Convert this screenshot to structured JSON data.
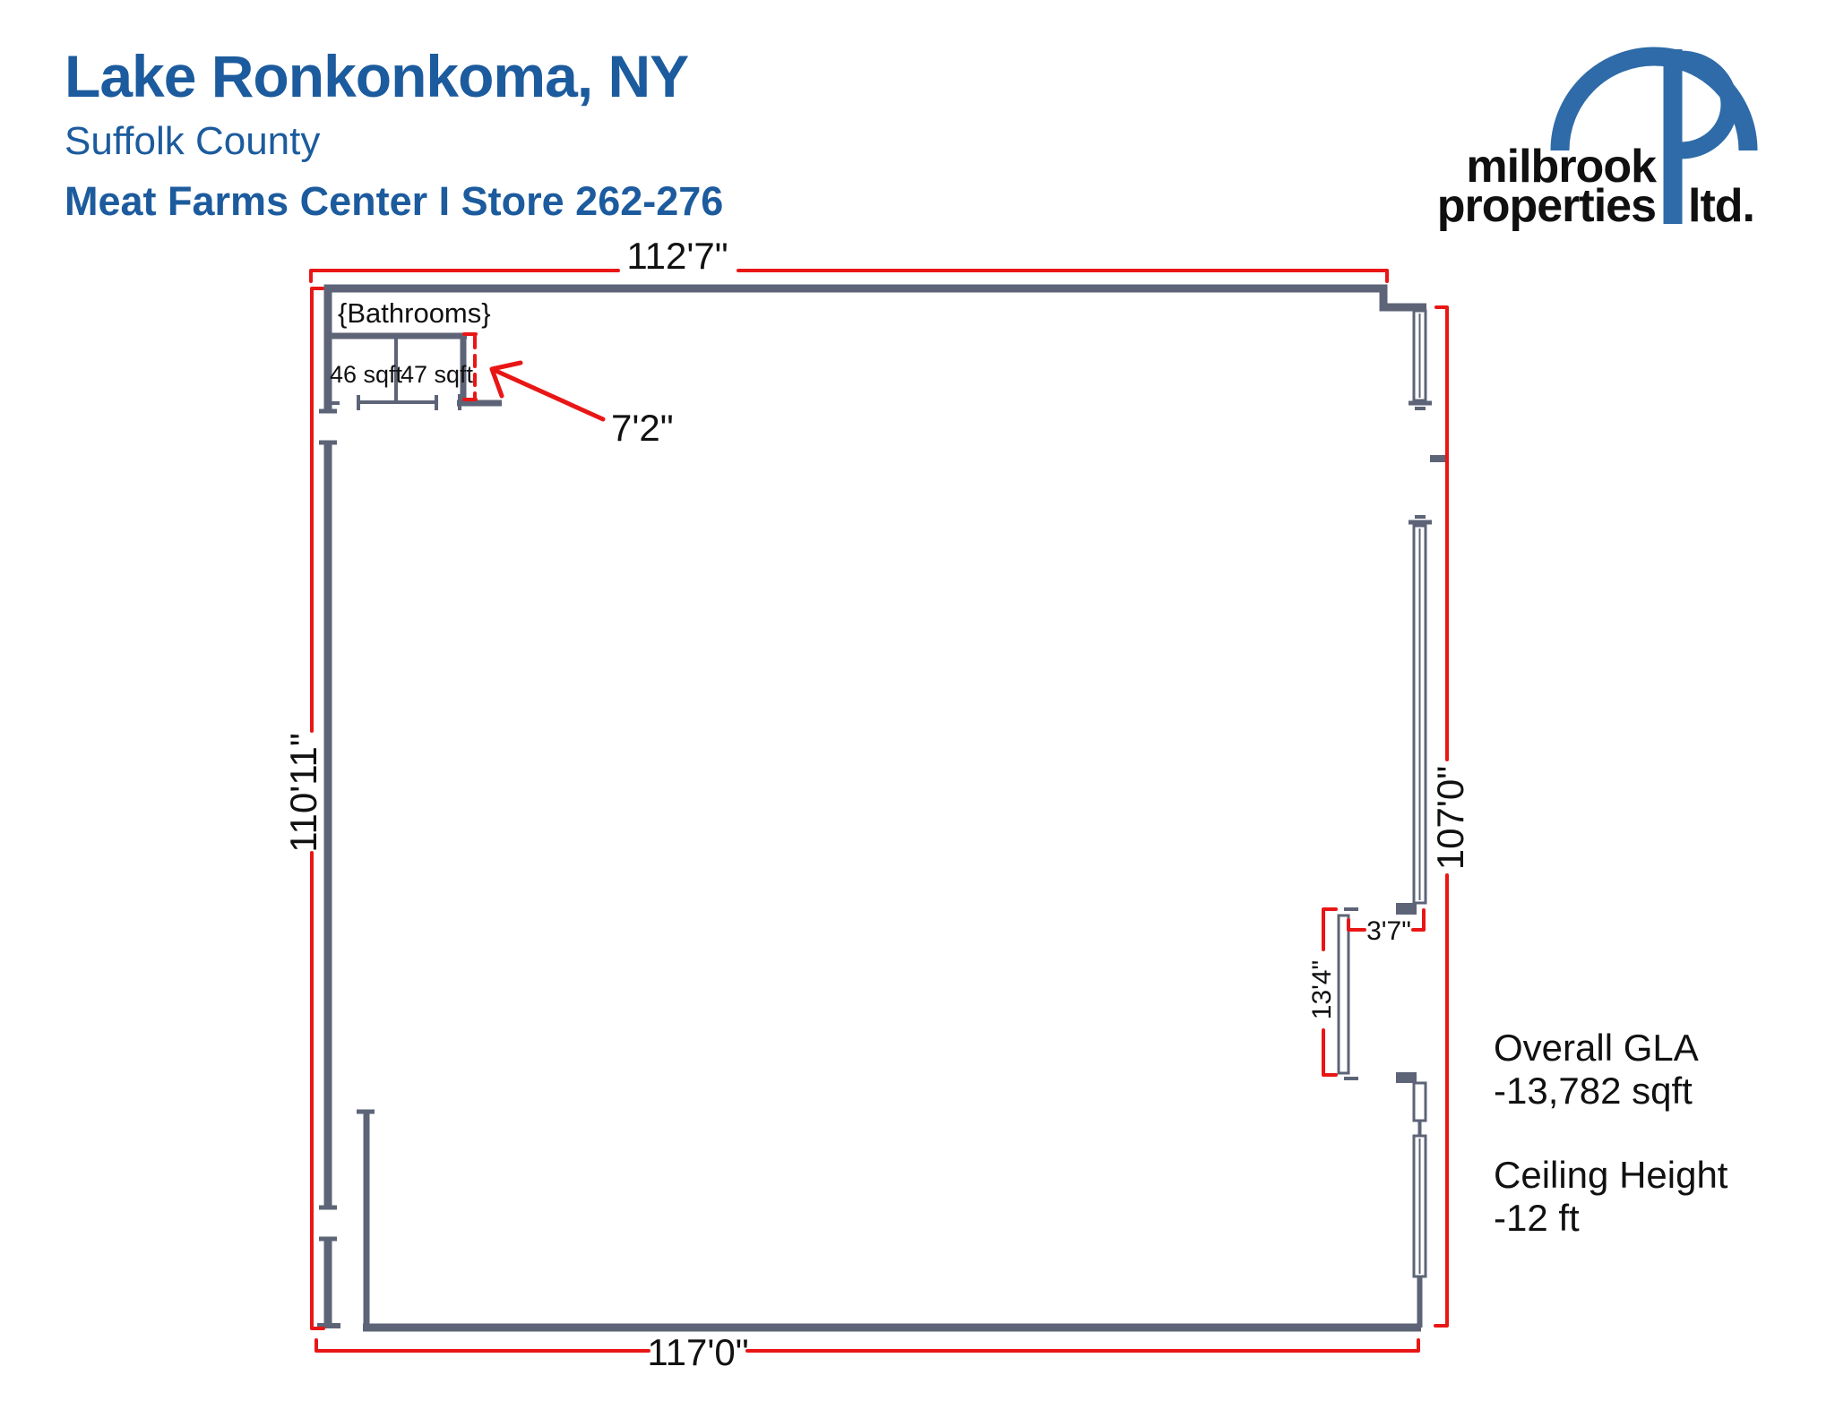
{
  "header": {
    "title": "Lake Ronkonkoma, NY",
    "subtitle": "Suffolk County",
    "property_line": "Meat Farms Center I Store 262-276"
  },
  "logo": {
    "name_line1": "milbrook",
    "name_line2": "properties",
    "suffix": "ltd."
  },
  "plan": {
    "dimensions": {
      "top_width": "112'7\"",
      "left_height": "110'11\"",
      "right_height": "107'0\"",
      "bottom_width": "117'0\"",
      "bathroom_depth": "7'2\"",
      "entry_wall_length": "13'4\"",
      "entry_offset": "3'7\""
    },
    "labels": {
      "bathrooms": "{Bathrooms}",
      "bathroom_left_area": "46 sqft",
      "bathroom_right_area": "47 sqft"
    }
  },
  "notes": {
    "gla_label": "Overall GLA",
    "gla_value": "-13,782 sqft",
    "ceiling_label": "Ceiling Height",
    "ceiling_value": "-12 ft"
  },
  "colors": {
    "heading_blue": "#1c5b9d",
    "logo_blue": "#2e6ba8",
    "wall_gray": "#5d6477",
    "dimension_red": "#e91616"
  }
}
